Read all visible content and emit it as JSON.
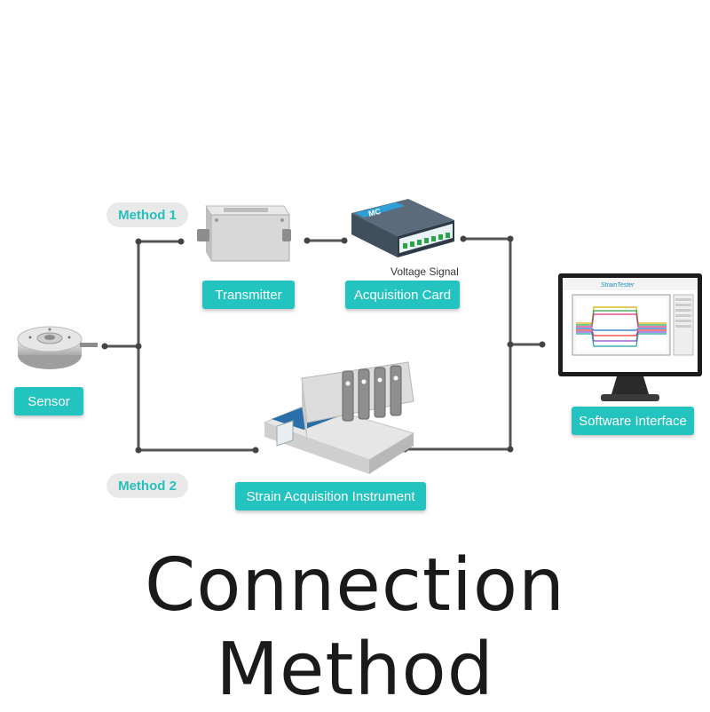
{
  "title": "Connection Method",
  "methods": {
    "method1": "Method 1",
    "method2": "Method 2"
  },
  "labels": {
    "sensor": "Sensor",
    "transmitter": "Transmitter",
    "acquisition_card": "Acquisition Card",
    "voltage_signal": "Voltage Signal",
    "strain_instrument": "Strain Acquisition Instrument",
    "software": "Software Interface"
  },
  "colors": {
    "accent": "#23c3bf",
    "pill_text": "#28bfbb",
    "pill_bg": "#e9e9e9",
    "wire": "#555555"
  },
  "icons": [
    "load-cell-sensor-image",
    "transmitter-box-image",
    "daq-card-image",
    "strain-instrument-image",
    "monitor-image"
  ]
}
